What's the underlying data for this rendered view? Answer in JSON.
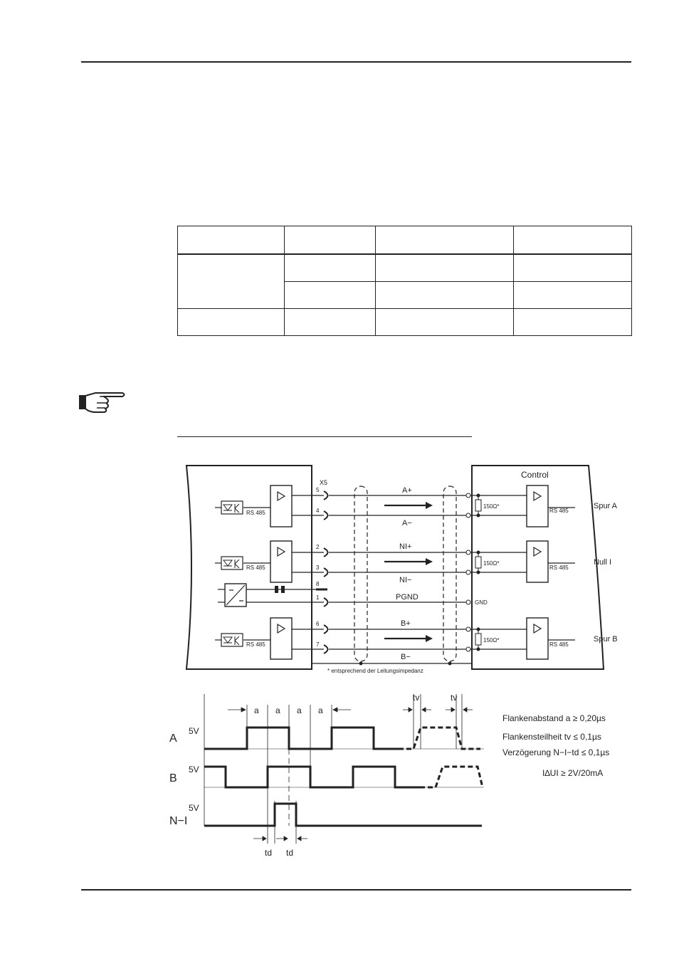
{
  "connector": "X5",
  "control_label": "Control",
  "rs485": "RS 485",
  "resistor": "150Ω*",
  "gnd_label": "GND",
  "footnote": "* entsprechend der Leitungsimpedanz",
  "pins": {
    "p5": "5",
    "p4": "4",
    "p2": "2",
    "p3": "3",
    "p8": "8",
    "p1": "1",
    "p6": "6",
    "p7": "7"
  },
  "signals": {
    "a_plus": "A+",
    "a_minus": "A−",
    "ni_plus": "NI+",
    "ni_minus": "NI−",
    "pgnd": "PGND",
    "b_plus": "B+",
    "b_minus": "B−"
  },
  "tracks": {
    "spur_a": "Spur A",
    "null_i": "Null I",
    "spur_b": "Spur B"
  },
  "timing": {
    "row_a": "A",
    "row_b": "B",
    "row_ni": "N−I",
    "level": "5V",
    "a_label": "a",
    "tv": "tv",
    "td": "td"
  },
  "specs": {
    "line1": "Flankenabstand a ≥ 0,20µs",
    "line2": "Flankensteilheit tv ≤ 0,1µs",
    "line3": "Verzögerung N−I−td ≤ 0,1µs",
    "line4": "I∆UI ≥ 2V/20mA"
  }
}
